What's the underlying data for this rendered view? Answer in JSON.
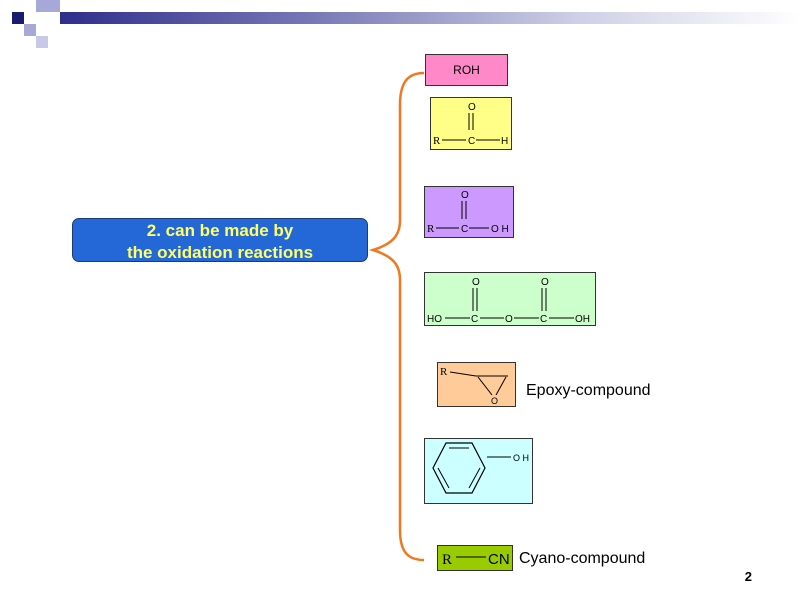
{
  "main": {
    "line1": "2. can be made by",
    "line2": "the oxidation reactions"
  },
  "compounds": {
    "alcohol": {
      "formula": "ROH",
      "color": "#ff88c8"
    },
    "aldehyde": {
      "r": "R",
      "c": "C",
      "h": "H",
      "o": "O",
      "color": "#ffff88"
    },
    "acid": {
      "r": "R",
      "c": "C",
      "oh": "O H",
      "o": "O",
      "color": "#cc99ff"
    },
    "anhydride": {
      "ho": "HO",
      "c1": "C",
      "o_mid": "O",
      "c2": "C",
      "oh": "OH",
      "o1": "O",
      "o2": "O",
      "color": "#ccffcc"
    },
    "epoxy": {
      "r": "R",
      "o": "O",
      "label": "Epoxy-compound",
      "color": "#ffcc99"
    },
    "phenol": {
      "oh": "O H",
      "color": "#ccffff"
    },
    "nitrile": {
      "r": "R",
      "cn": "CN",
      "label": "Cyano-compound",
      "color": "#99cc00"
    }
  },
  "brace_color": "#f07820",
  "page_number": "2"
}
